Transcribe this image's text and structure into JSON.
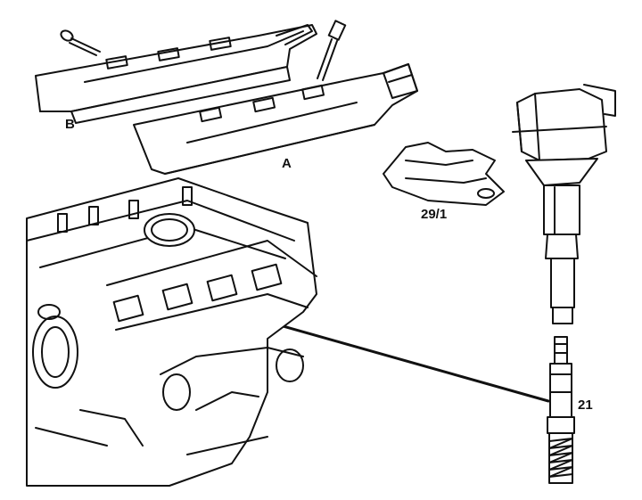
{
  "diagram": {
    "labels": {
      "cover_b": "B",
      "cover_a": "A",
      "bracket": "29/1",
      "spark_plug": "21"
    },
    "parts": [
      {
        "id": "cover-b",
        "icon": "ignition-coil-cover-icon"
      },
      {
        "id": "cover-a",
        "icon": "ignition-coil-cover-icon"
      },
      {
        "id": "bracket",
        "icon": "bracket-icon"
      },
      {
        "id": "ignition-coil",
        "icon": "ignition-coil-icon"
      },
      {
        "id": "spark-plug",
        "icon": "spark-plug-icon"
      },
      {
        "id": "engine",
        "icon": "engine-block-icon"
      }
    ],
    "colors": {
      "ink": "#111111",
      "paper": "#ffffff"
    }
  }
}
